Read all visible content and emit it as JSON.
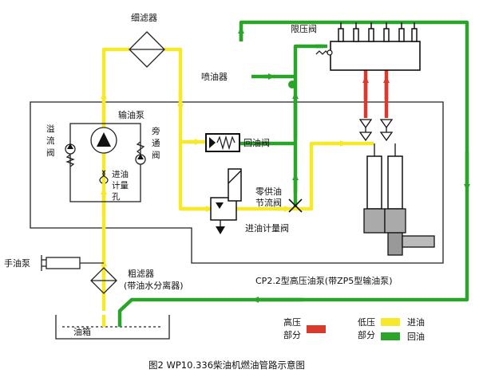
{
  "colors": {
    "high_pressure": "#d93a2e",
    "low_pressure_supply": "#f5e92a",
    "return": "#2aa52a",
    "line": "#222222"
  },
  "labels": {
    "fine_filter": "细滤器",
    "pressure_limit_valve": "限压阀",
    "injector": "喷油器",
    "feed_pump": "输油泵",
    "overflow_valve": "溢流阀",
    "bypass_valve": "旁通阀",
    "return_valve": "回油阀",
    "inlet_metering_hole_1": "进油",
    "inlet_metering_hole_2": "计量",
    "inlet_metering_hole_3": "孔",
    "zero_supply_1": "零供油",
    "zero_supply_2": "节流阀",
    "inlet_metering_valve": "进油计量阀",
    "hand_pump": "手油泵",
    "coarse_filter_1": "粗滤器",
    "coarse_filter_2": "(带油水分离器)",
    "pump_model": "CP2.2型高压油泵(带ZP5型输油泵)",
    "fuel_tank": "油箱"
  },
  "legend": {
    "high_1": "高压",
    "high_2": "部分",
    "low_1": "低压",
    "low_2": "部分",
    "supply": "进油",
    "return": "回油"
  },
  "caption": "图2  WP10.336柴油机燃油管路示意图"
}
